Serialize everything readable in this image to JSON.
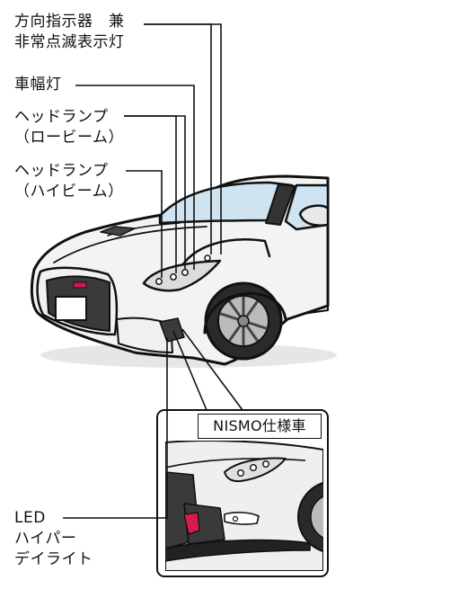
{
  "callouts": {
    "turn_signal_line1": "方向指示器　兼",
    "turn_signal_line2": "非常点滅表示灯",
    "side_marker": "車幅灯",
    "headlamp_low_line1": "ヘッドランプ",
    "headlamp_low_line2": "（ロービーム）",
    "headlamp_high_line1": "ヘッドランプ",
    "headlamp_high_line2": "（ハイビーム）",
    "drl_line1": "LED",
    "drl_line2": "ハイパー",
    "drl_line3": "デイライト"
  },
  "inset": {
    "title": "NISMO仕様車"
  },
  "colors": {
    "outline": "#111111",
    "body": "#f2f2f2",
    "glass": "#cfe3f0",
    "grille": "#3a3a3a",
    "accent_red": "#d81b48"
  }
}
